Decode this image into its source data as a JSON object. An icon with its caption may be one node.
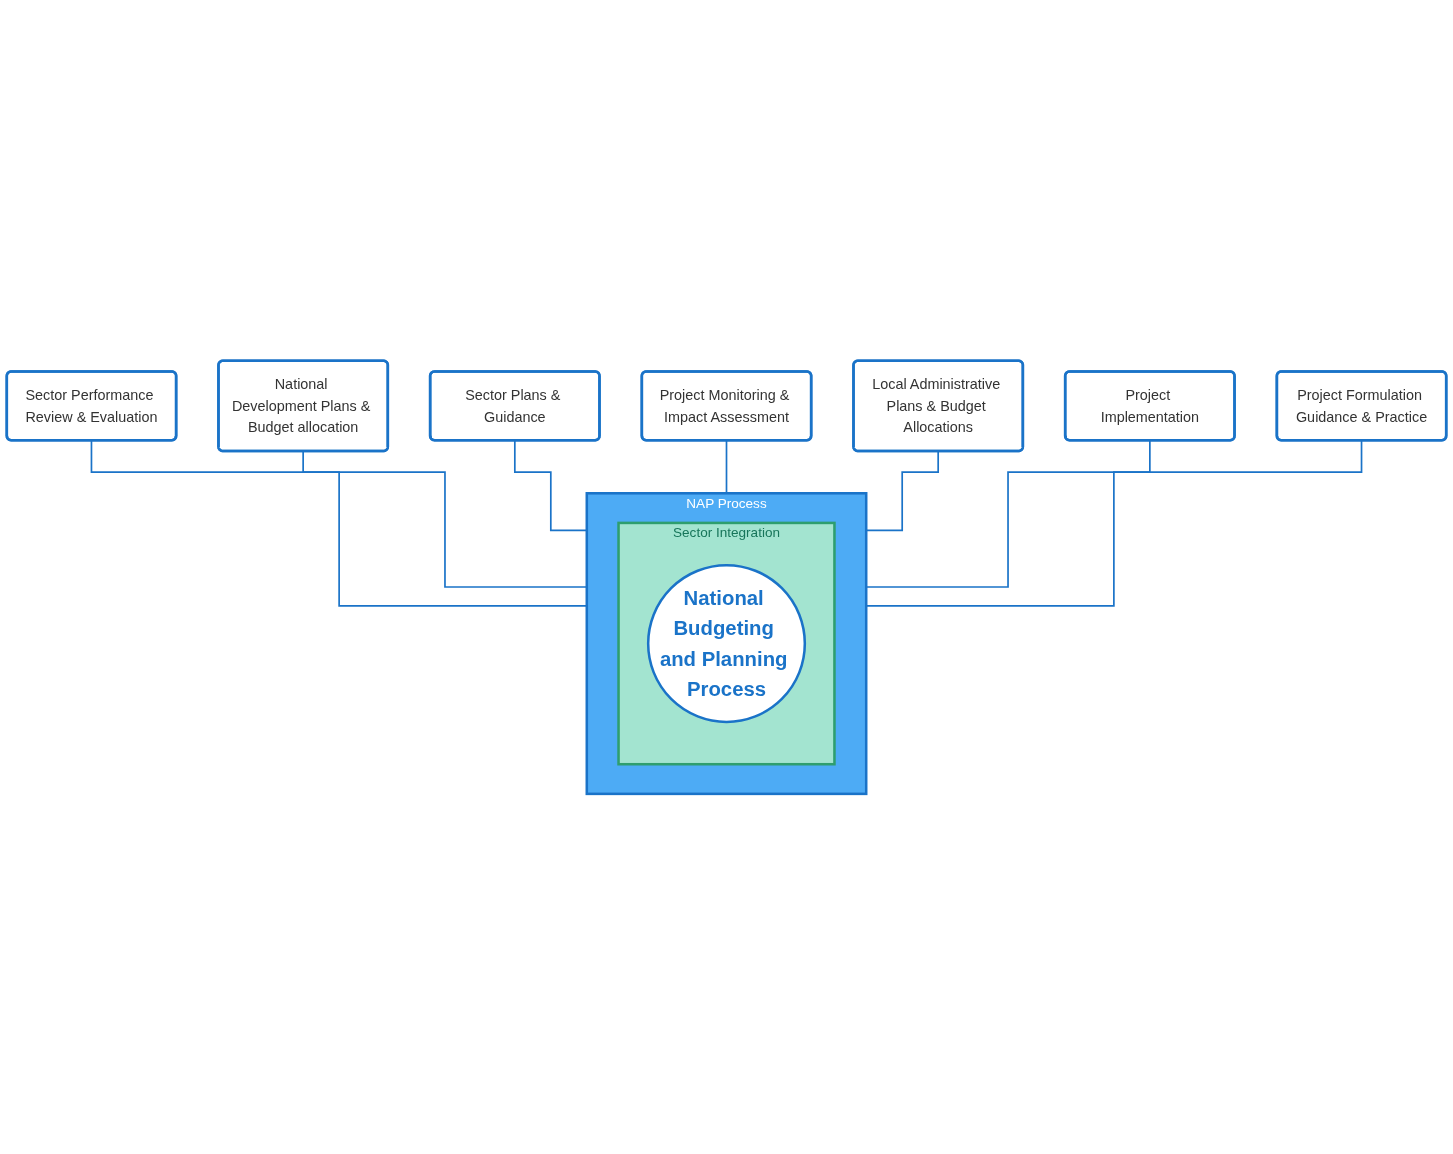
{
  "diagram": {
    "nodes": [
      {
        "text": [
          "Sector Performance Review & Evaluation"
        ]
      },
      {
        "text": [
          "National Development Plans & Budget allocation"
        ]
      },
      {
        "text": [
          "NAP Process"
        ]
      },
      {
        "text": [
          "Sector Integration"
        ],
        "in": 2
      },
      {
        "text": [
          "National Budgeting and Planning Process"
        ],
        "in": 3
      },
      {
        "text": [
          "Sector Plans & Guidance"
        ]
      },
      {
        "text": [
          "Project Monitoring & Impact Assessment"
        ]
      },
      {
        "text": [
          "Local Administrative Plans & Budget Allocations"
        ]
      },
      {
        "text": [
          "Project Implementation"
        ]
      },
      {
        "text": [
          "Project Formulation Guidance & Practice"
        ]
      }
    ],
    "edges": [
      {
        "from": 0,
        "to": 2,
        "arrow": "none"
      },
      {
        "from": 1,
        "to": 2,
        "arrow": "none"
      },
      {
        "from": 5,
        "to": 2,
        "arrow": "none"
      },
      {
        "from": 6,
        "to": 2,
        "arrow": "none"
      },
      {
        "from": 7,
        "to": 2,
        "arrow": "none"
      },
      {
        "from": 8,
        "to": 2,
        "arrow": "none"
      },
      {
        "from": 9,
        "to": 2,
        "arrow": "none"
      }
    ]
  }
}
